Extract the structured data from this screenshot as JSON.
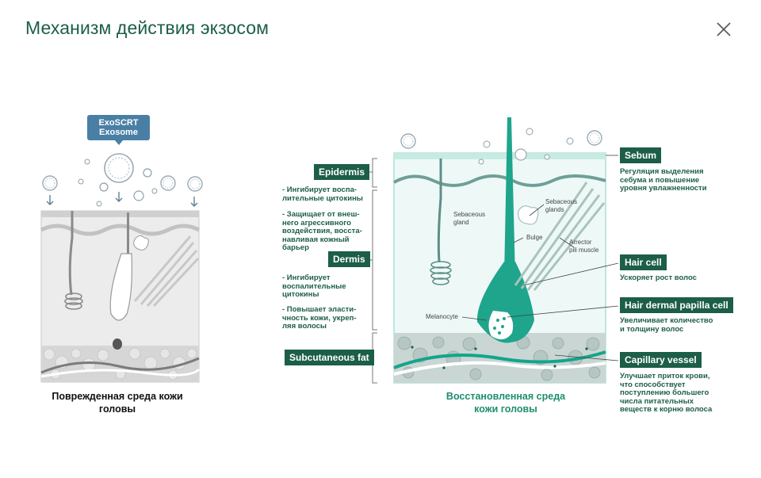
{
  "header": {
    "title": "Механизм действия экзосом"
  },
  "left_panel": {
    "caption": "Поврежденная среда кожи головы",
    "bubble": {
      "line1": "ExoSCRT",
      "line2": "Exosome"
    }
  },
  "right_panel": {
    "caption_line1": "Восстановленная среда",
    "caption_line2": "кожи головы",
    "layers": {
      "epidermis": "Epidermis",
      "dermis": "Dermis",
      "subcutaneous": "Subcutaneous fat"
    },
    "bullets": [
      [
        "- Ингибирует воспа-",
        "лительные цитокины"
      ],
      [
        "- Защищает от внеш-",
        "него агрессивного",
        "воздействия, восста-",
        "навливая кожный",
        "барьер"
      ],
      [
        "- Ингибирует",
        "воспалительные",
        "цитокины"
      ],
      [
        "- Повышает эласти-",
        "чность кожи, укреп-",
        "ляя волосы"
      ]
    ],
    "inner_labels": {
      "sebaceous_gland": [
        "Sebaceous",
        "gland"
      ],
      "sebaceous_glands": [
        "Sebaceous",
        "glands"
      ],
      "bulge": "Bulge",
      "arrector": [
        "Arrector",
        "pili muscle"
      ],
      "melanocyte": "Melanocyte"
    },
    "callouts": [
      {
        "title": "Sebum",
        "desc": [
          "Регуляция выделения",
          "себума и повышение",
          "уровня увлажненности"
        ]
      },
      {
        "title": "Hair cell",
        "desc": [
          "Ускоряет рост волос"
        ]
      },
      {
        "title": "Hair dermal papilla cell",
        "desc": [
          "Увеличивает количество",
          "и толщину волос"
        ]
      },
      {
        "title": "Capillary vessel",
        "desc": [
          "Улучшает приток крови,",
          "что способствует",
          "поступлению большего",
          "числа питательных",
          "веществ к корню волоса"
        ]
      }
    ]
  },
  "colors": {
    "brand": "#1c5e48",
    "accent": "#1fa58c",
    "caption_green": "#1f8e6e"
  }
}
